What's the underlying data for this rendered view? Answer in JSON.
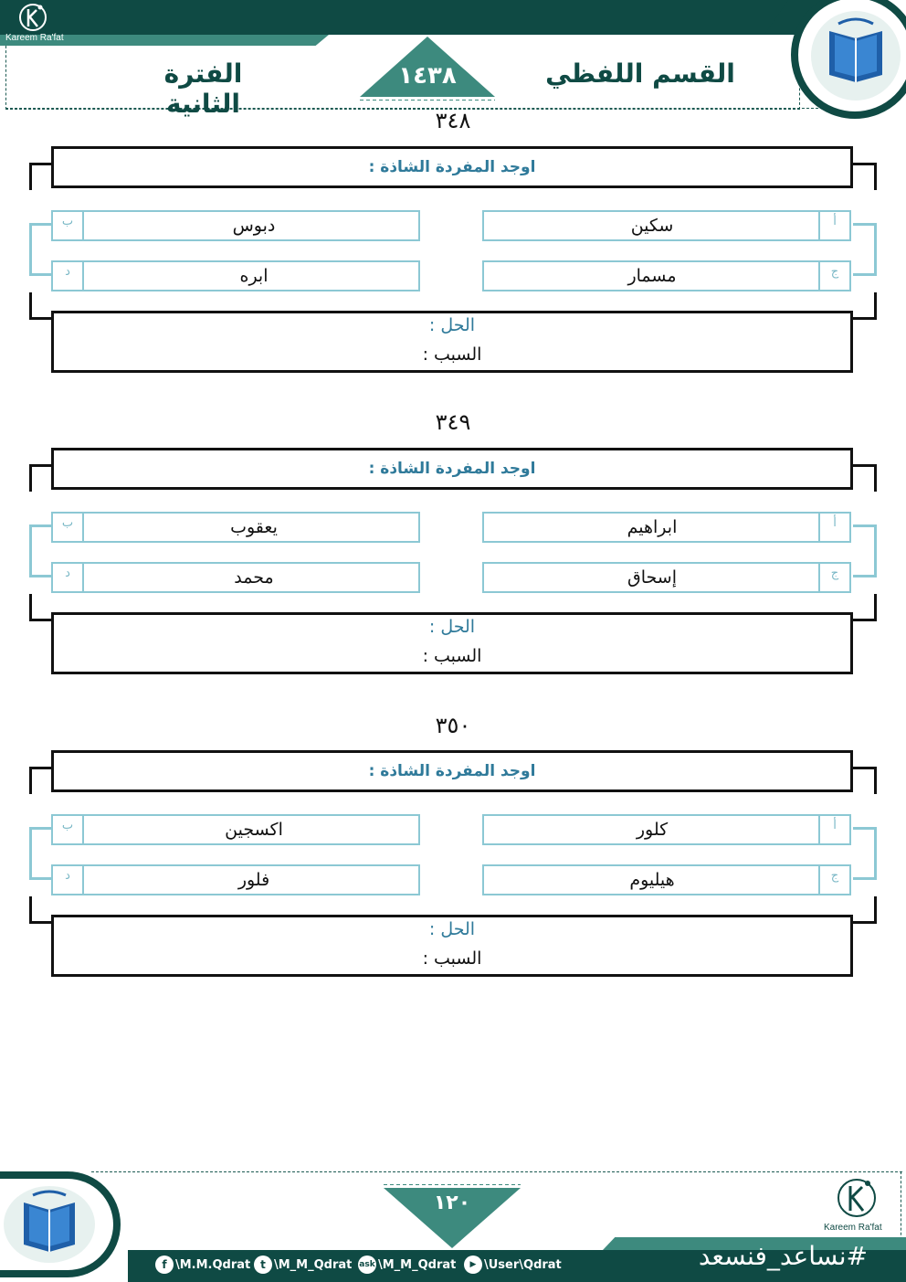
{
  "header": {
    "brand_name": "Kareem Ra'fat",
    "period_title": "الفترة الثانية",
    "year": "١٤٣٨",
    "section_title": "القسم اللفظي"
  },
  "questions": [
    {
      "number": "٣٤٨",
      "prompt": "اوجد المفردة الشاذة :",
      "options": [
        {
          "letter": "أ",
          "text": "سكين"
        },
        {
          "letter": "ب",
          "text": "دبوس"
        },
        {
          "letter": "ج",
          "text": "مسمار"
        },
        {
          "letter": "د",
          "text": "ابره"
        }
      ],
      "answer_label": "الحل :",
      "reason_label": "السبب :"
    },
    {
      "number": "٣٤٩",
      "prompt": "اوجد المفردة الشاذة :",
      "options": [
        {
          "letter": "أ",
          "text": "ابراهيم"
        },
        {
          "letter": "ب",
          "text": "يعقوب"
        },
        {
          "letter": "ج",
          "text": "إسحاق"
        },
        {
          "letter": "د",
          "text": "محمد"
        }
      ],
      "answer_label": "الحل :",
      "reason_label": "السبب :"
    },
    {
      "number": "٣٥٠",
      "prompt": "اوجد المفردة الشاذة :",
      "options": [
        {
          "letter": "أ",
          "text": "كلور"
        },
        {
          "letter": "ب",
          "text": "اكسجين"
        },
        {
          "letter": "ج",
          "text": "هيليوم"
        },
        {
          "letter": "د",
          "text": "فلور"
        }
      ],
      "answer_label": "الحل :",
      "reason_label": "السبب :"
    }
  ],
  "footer": {
    "page_number": "١٢٠",
    "brand_name": "Kareem Ra'fat",
    "hashtag": "#نساعد_فنسعد",
    "social": [
      {
        "icon": "facebook-icon",
        "glyph": "f",
        "handle": "\\M.M.Qdrat"
      },
      {
        "icon": "twitter-icon",
        "glyph": "t",
        "handle": "\\M_M_Qdrat"
      },
      {
        "icon": "askfm-icon",
        "glyph": "ask",
        "handle": "\\M_M_Qdrat"
      },
      {
        "icon": "youtube-icon",
        "glyph": "▶",
        "handle": "\\User\\Qdrat"
      }
    ]
  },
  "colors": {
    "brand_dark": "#0f4a44",
    "brand_light": "#3d8a7e",
    "option_border": "#8cc8d4",
    "prompt_text": "#2f7a9a"
  }
}
